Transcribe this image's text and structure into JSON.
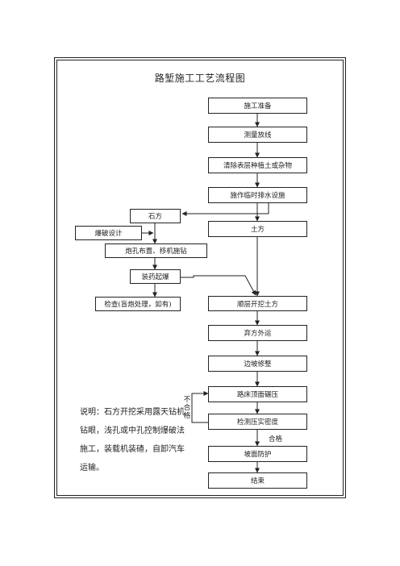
{
  "title": "路堑施工工艺流程图",
  "main_flow": [
    "施工准备",
    "测量放线",
    "清除表层种植土或杂物",
    "施作临时排水设施",
    "土方",
    "顺层开挖土方",
    "弃方外运",
    "边坡修整",
    "路床顶面碾压",
    "检测压实密度",
    "坡面防护",
    "结束"
  ],
  "rock_branch": {
    "rock": "石方",
    "blast_design": "爆破设计",
    "drilling": "炮孔布置、移机施钻",
    "charge": "装药起爆",
    "inspection": "检查(盲炮处理，如有)"
  },
  "labels": {
    "fail": "不合格",
    "pass": "合格"
  },
  "note": "说明：石方开挖采用露天钻机钻眼，浅孔或中孔控制爆破法施工，装载机装碴，自卸汽车运输。"
}
